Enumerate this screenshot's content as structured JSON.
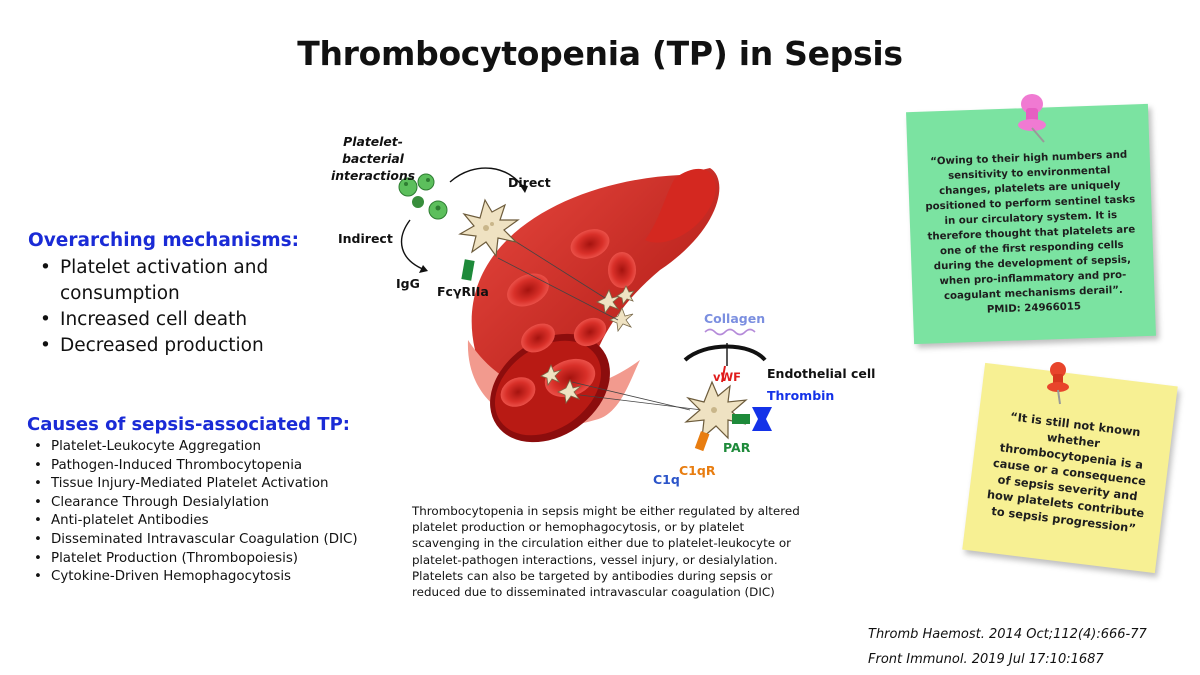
{
  "title": "Thrombocytopenia (TP) in Sepsis",
  "mechanisms": {
    "heading": "Overarching mechanisms:",
    "items": [
      "Platelet activation and",
      "consumption",
      "Increased cell death",
      "Decreased production"
    ]
  },
  "causes": {
    "heading": "Causes of sepsis-associated TP:",
    "items": [
      "Platelet-Leukocyte Aggregation",
      "Pathogen-Induced Thrombocytopenia",
      "Tissue Injury-Mediated Platelet Activation",
      "Clearance Through Desialylation",
      "Anti-platelet Antibodies",
      "Disseminated Intravascular Coagulation (DIC)",
      "Platelet Production (Thrombopoiesis)",
      "Cytokine-Driven Hemophagocytosis"
    ]
  },
  "diagram": {
    "labels": {
      "interactions_1": "Platelet-",
      "interactions_2": "bacterial",
      "interactions_3": "interactions",
      "direct": "Direct",
      "indirect": "Indirect",
      "igg": "IgG",
      "fcgr": "FcγRIIa",
      "collagen": "Collagen",
      "endothelial": "Endothelial cell",
      "vwf": "vWF",
      "thrombin": "Thrombin",
      "par": "PAR",
      "c1qr": "C1qR",
      "c1q": "C1q"
    },
    "colors": {
      "vessel": "#c8201e",
      "vessel_inner": "#8e0f0f",
      "rbc": "#e03a35",
      "platelet": "#efe2c2",
      "bacteria": "#4caf50",
      "collagen": "#7b8fe0",
      "vwf": "#e01b1b",
      "thrombin": "#1432e8",
      "par": "#1e8a3a",
      "c1q": "#2b54c9",
      "c1qr": "#e87d10"
    }
  },
  "caption": "Thrombocytopenia in sepsis might be either regulated by altered platelet production or hemophagocytosis, or by platelet scavenging in the circulation either due to platelet-leukocyte or platelet-pathogen interactions, vessel injury, or desialylation. Platelets can also be targeted by antibodies during sepsis or reduced due to disseminated intravascular coagulation (DIC)",
  "notes": {
    "green": "“Owing to their high numbers and sensitivity to environmental changes, platelets are uniquely positioned to perform sentinel tasks in our circulatory system. It is therefore thought that platelets are one of the first responding cells during the development of sepsis, when pro-inflammatory and pro-coagulant mechanisms derail”. PMID: 24966015",
    "yellow": "“It is still not known whether thrombocytopenia is a cause or a consequence of sepsis severity and how platelets contribute to sepsis progression”",
    "green_bg": "#7be3a1",
    "yellow_bg": "#f7f093",
    "green_pin": "#f07ad2",
    "yellow_pin": "#e8452b"
  },
  "references": [
    "Thromb Haemost. 2014 Oct;112(4):666-77",
    "Front Immunol. 2019 Jul 17:10:1687"
  ]
}
